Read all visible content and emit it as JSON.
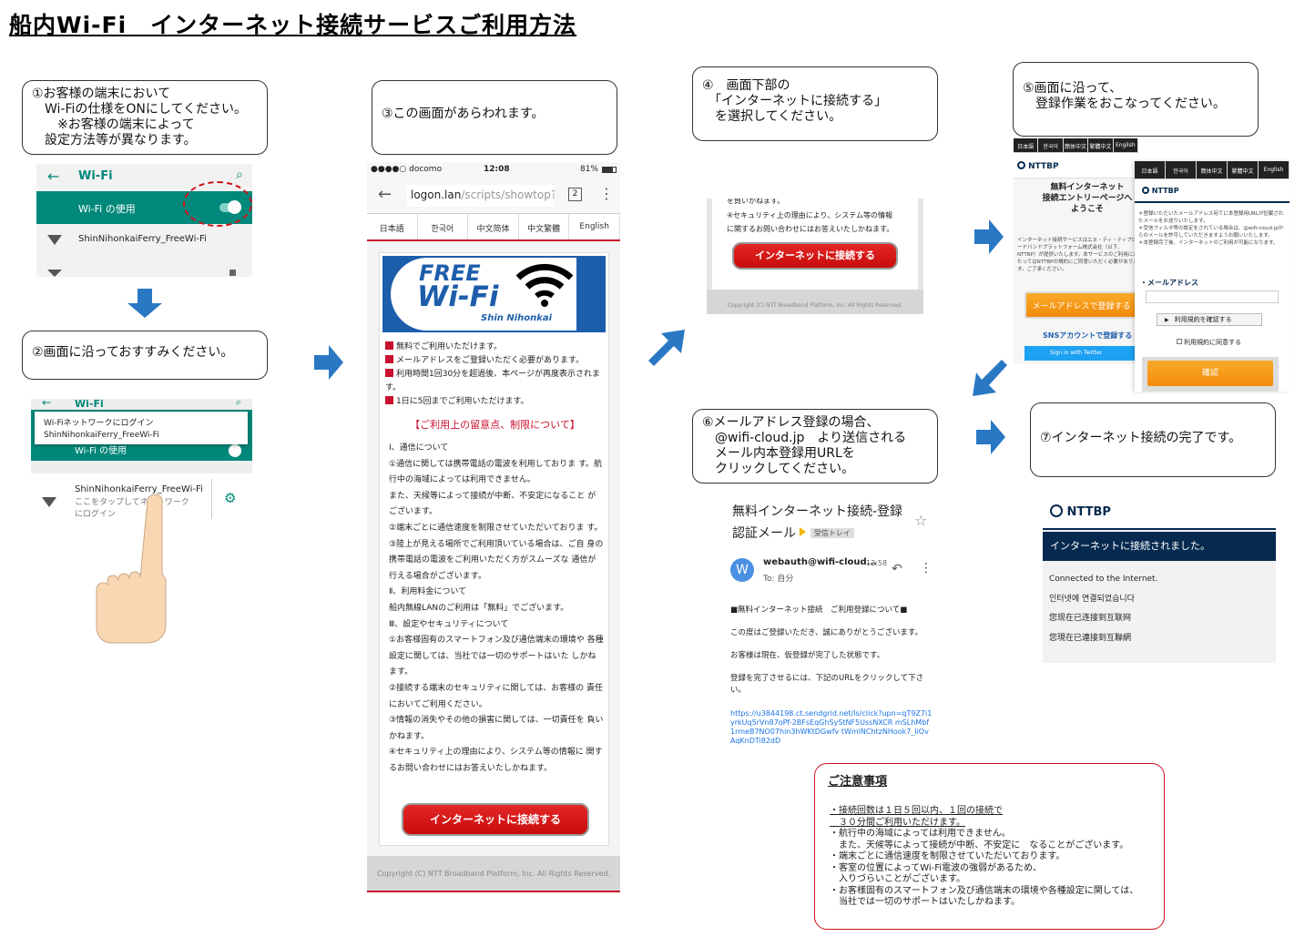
{
  "title": "船内Wi-Fi　インターネット接続サービスご利用方法",
  "steps": {
    "s1": "①お客様の端末において\n　Wi-Fiの仕様をONにしてください。\n　　※お客様の端末によって\n　設定方法等が異なります。",
    "s2": "②画面に沿っておすすみください。",
    "s3": "③この画面があらわれます。",
    "s4": "④　画面下部の\n　「インターネットに接続する」\n　を選択してください。",
    "s5": "⑤画面に沿って、\n　登録作業をおこなってください。",
    "s6": "⑥メールアドレス登録の場合、\n　@wifi-cloud.jp　より送信される\n　メール内本登録用URLを\n　クリックしてください。",
    "s7": "⑦インターネット接続の完了です。"
  },
  "android1": {
    "header": "Wi-Fi",
    "toggle_label": "Wi-Fi の使用",
    "network": "ShinNihonkaiFerry_FreeWi-Fi"
  },
  "android2": {
    "header": "Wi-Fi",
    "popup_title": "Wi-Fiネットワークにログイン",
    "popup_sub": "ShinNihonkaiFerry_FreeWi-Fi",
    "toggle_label": "Wi-Fi の使用",
    "network": "ShinNihonkaiFerry_FreeWi-Fi",
    "network_sub": "ここをタップしてネットワーク\nにログイン"
  },
  "phone": {
    "carrier": "●●●●○ docomo",
    "time": "12:08",
    "battery": "81%",
    "url_host": "logon.lan",
    "url_path": "/scripts/showtop?la",
    "tab_count": "2",
    "langs": [
      "日本語",
      "한국어",
      "中文简体",
      "中文繁體",
      "English"
    ],
    "logo_free": "FREE",
    "logo_wifi": "Wi-Fi",
    "logo_brand": "Shin Nihonkai",
    "bullets": [
      "無料でご利用いただけます。",
      "メールアドレスをご登録いただく必要があります。",
      "利用時間1回30分を超過後、本ページが再度表示されます。",
      "1日に5回までご利用いただけます。"
    ],
    "notice_heading": "【ご利用上の留意点、制限について】",
    "body": [
      "Ⅰ、通信について",
      "①通信に関しては携帯電話の電波を利用しておりま す。航行中の海域によっては利用できません。",
      "また、天候等によって接続が中断、不安定になること がございます。",
      "②端末ごとに通信速度を制限させていただいておりま す。",
      "③陸上が見える場所でご利用頂いている場合は、ご自 身の携帯電話の電波をご利用いただく方がスムーズな 通信が行える場合がございます。",
      "Ⅱ、利用料金について",
      "船内無線LANのご利用は「無料」でございます。",
      "Ⅲ、設定やセキュリティについて",
      "①お客様固有のスマートフォン及び通信端末の環境や 各種設定に関しては、当社では一切のサポートはいた しかねます。",
      "②接続する端末のセキュリティに関しては、お客様の 責任においてご利用ください。",
      "③情報の消失やその他の損害に関しては、一切責任を 負いかねます。",
      "④セキュリティ上の理由により、システム等の情報に 関するお問い合わせにはお答えいたしかねます。"
    ],
    "connect_btn": "インターネットに接続する",
    "footer": "Copyright (C) NTT Broadband Platform, Inc. All Rights Reserved."
  },
  "crop4": {
    "line1": "を負いかねます。",
    "line2": "④セキュリティ上の理由により、システム等の情報",
    "line3": "に関するお問い合わせにはお答えいたしかねます。",
    "btn": "インターネットに接続する",
    "footer": "Copyright (C) NTT Broadband Platform, Inc. All Rights Reserved."
  },
  "reg_back": {
    "langs": [
      "日本語",
      "한국어",
      "簡体中文",
      "繁體中文",
      "English"
    ],
    "logo": "NTTBP",
    "heading": "無料インターネット\n接続エントリーページへ\nようこそ",
    "desc": "インターネット接続サービスはエヌ・ティ・ティブロードバンドプラットフォーム株式会社（以下、NTTBP）が提供いたします。本サービスのご利用にあたってはNTTBPの規約にご同意いただく必要があります。ご了承ください。",
    "email_btn": "メールアドレスで登録する",
    "sns": "SNSアカウントで登録する",
    "twitter": "Sign in with Twitter"
  },
  "reg_front": {
    "langs": [
      "日本語",
      "한국어",
      "簡体中文",
      "繁體中文",
      "English"
    ],
    "logo": "NTTBP",
    "note": "＊登録いただいたメールアドレス宛てに本登録用URLが記載されたメールをお送りいたします。\n＊受信フィルタ等の設定をされている場合は、@wifi-cloud.jpからのメールを許可していただきますようお願いいたします。\n＊本登録完了後、インターネットのご利用が可能になります。",
    "email_label": "・メールアドレス",
    "terms_btn": "利用規約を確認する",
    "agree": "利用規約に同意する",
    "confirm": "確認"
  },
  "email": {
    "subject": "無料インターネット接続-登録認証メール",
    "inbox": "受信トレイ",
    "avatar": "W",
    "from": "webauth@wifi-cloud...",
    "time": "13:58",
    "to": "To: 自分",
    "heading": "■無料インターネット接続　ご利用登録について■",
    "p1": "この度はご登録いただき、誠にありがとうございます。",
    "p2": "お客様は現在、仮登録が完了した状態です。",
    "p3": "登録を完了させるには、下記のURLをクリックして下さい。",
    "link": "https://u3844198.ct.sendgrid.net/ls/click?upn=qT9Z7i1yrkUq5rVn87oPf-2BFsEqGhSyStNF5UssNXCR mSLhMbf1rmeB7NO07hin3hWKtDGwfv tWmlNChtzNHook7_liOvAqKnDTi82dD"
  },
  "complete": {
    "logo": "NTTBP",
    "banner": "インターネットに接続されました。",
    "lines": [
      "Connected to the Internet.",
      "인터넷에 연결되었습니다",
      "您现在已连接到互联网",
      "您現在已連接到互聯網"
    ]
  },
  "notes": {
    "title": "ご注意事項",
    "items": [
      "・接続回数は１日５回以内、１回の接続で\n　３０分間ご利用いただけます。",
      "・航行中の海域によっては利用できません。\n　また、天候等によって接続が中断、不安定に　なることがございます。",
      "・端末ごとに通信速度を制限させていただいております。",
      "・客室の位置によってWi-Fi電波の強弱があるため、\n　入りづらいことがございます。",
      "・お客様固有のスマートフォン及び通信端末の環境や各種設定に関しては、\n　当社では一切のサポートはいたしかねます。"
    ]
  },
  "colors": {
    "android_teal": "#00887a",
    "arrow_blue": "#2a78c4",
    "red": "#c8102e",
    "ntt_navy": "#062a4f"
  },
  "icons": [
    "back-arrow-icon",
    "search-icon",
    "wifi-signal-icon",
    "lock-icon",
    "gear-icon",
    "star-icon",
    "reply-icon",
    "more-icon",
    "hand-pointer-icon"
  ]
}
